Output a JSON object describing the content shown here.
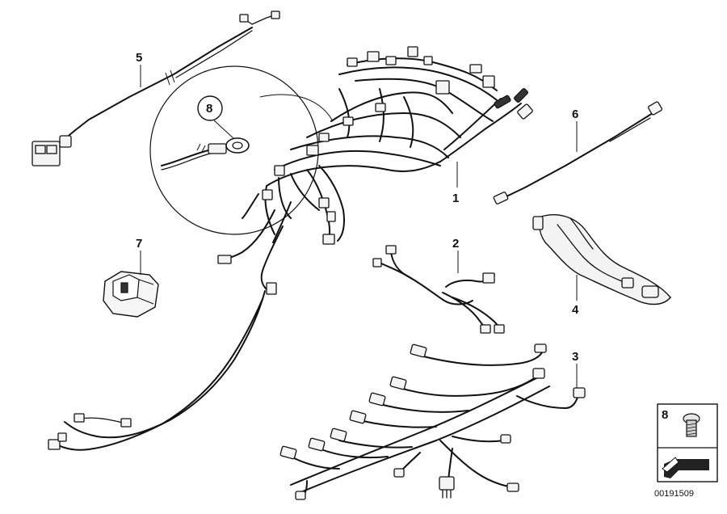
{
  "callouts": {
    "part1": "1",
    "part2": "2",
    "part3": "3",
    "part4": "4",
    "part5": "5",
    "part6": "6",
    "part7": "7",
    "part8_detail": "8",
    "part8_box": "8"
  },
  "reference_number": "00191509"
}
